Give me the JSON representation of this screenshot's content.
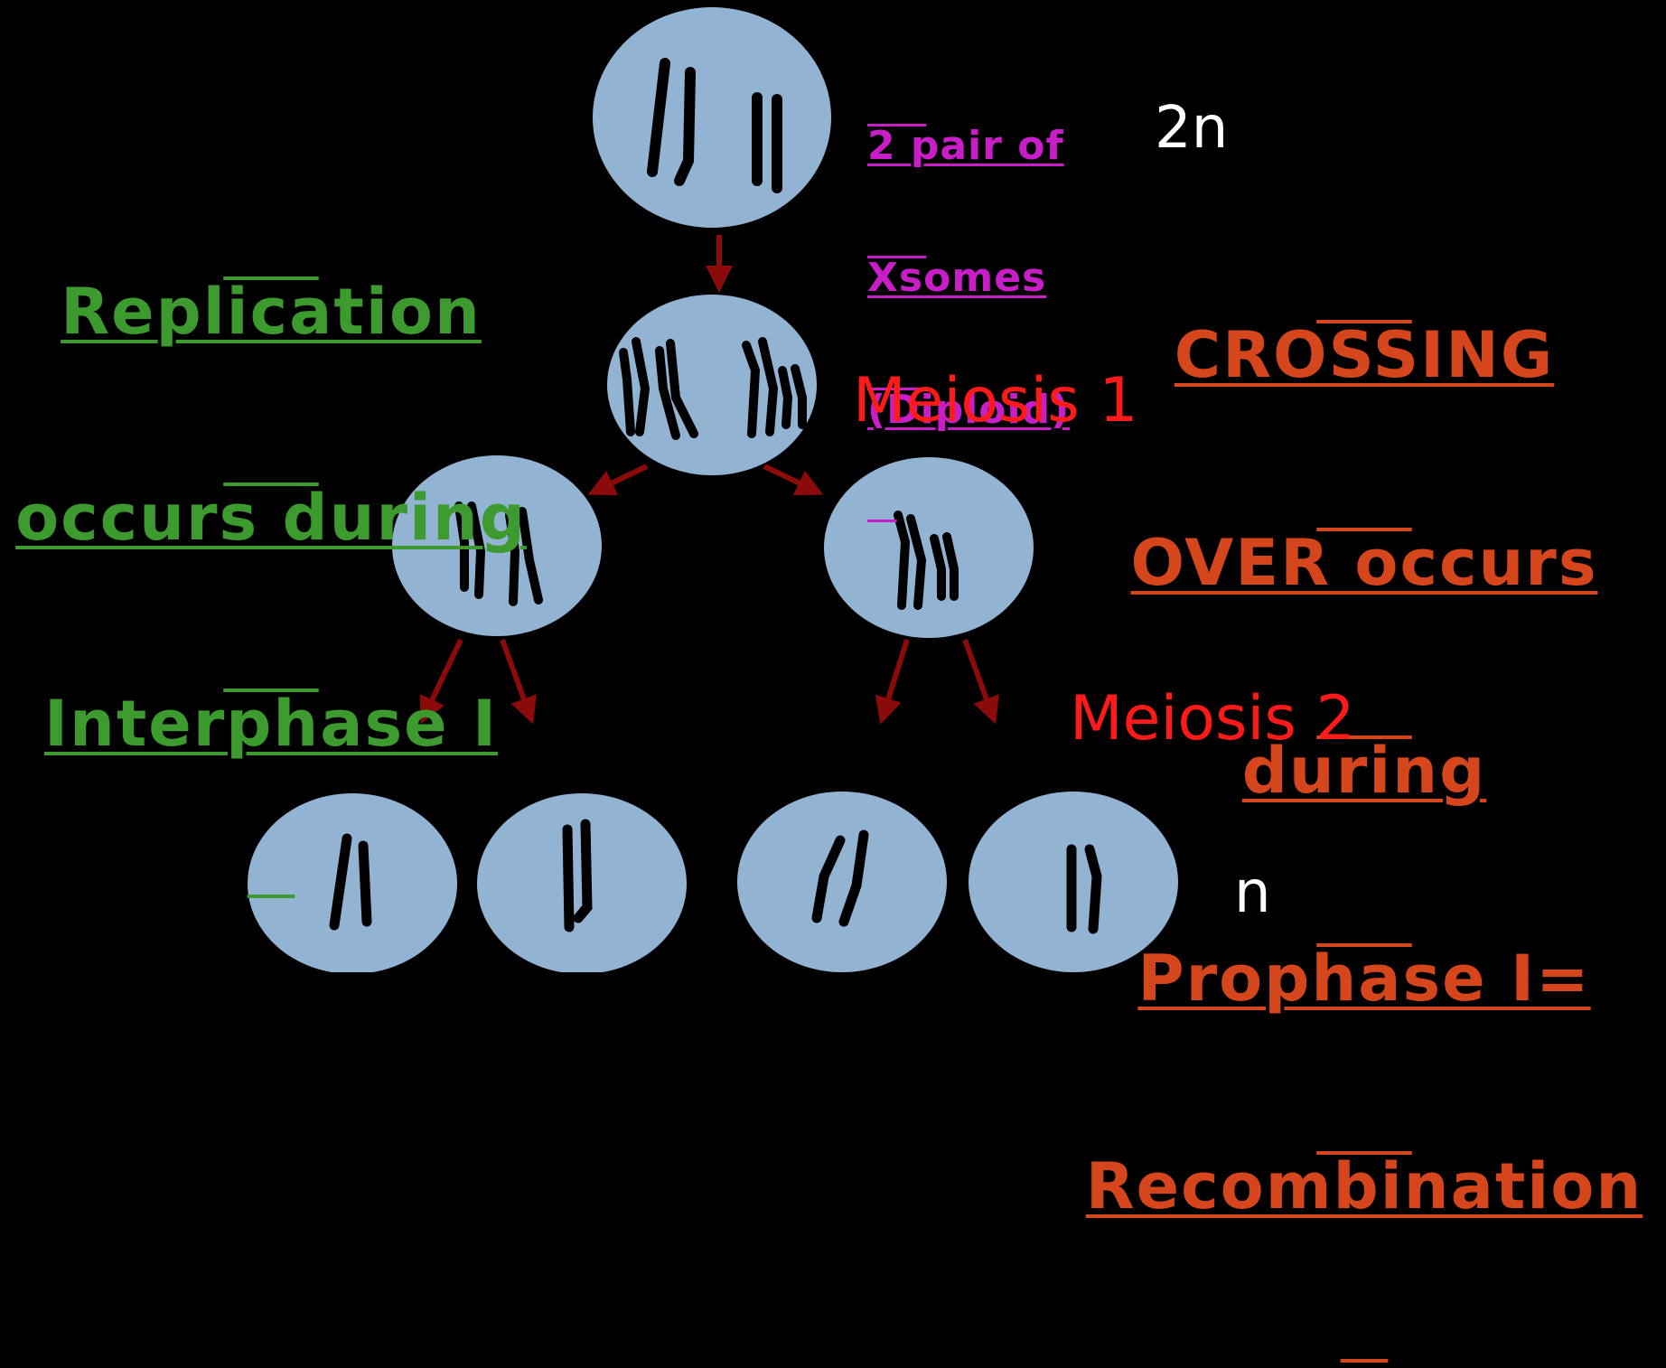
{
  "replication_note": {
    "line1": "Replication",
    "line2": "occurs during",
    "line3": "Interphase I"
  },
  "chromosome_note": {
    "line1": "2 pair of",
    "line2": "Xsomes",
    "line3": "(Diploid)"
  },
  "ploidy_top": "2n",
  "ploidy_bottom": "n",
  "crossing_over_note": {
    "line1": "CROSSING",
    "line2": "OVER occurs",
    "line3": "during",
    "line4": "Prophase I=",
    "line5": "Recombination"
  },
  "meiosis1_label": "Meiosis 1",
  "meiosis2_label": "Meiosis 2",
  "colors": {
    "cell_fill": "#93b3d3",
    "chromosome": "#000000",
    "arrow": "#8b0a0a",
    "replication_text": "#3c9a2e",
    "crossing_text": "#d6461c",
    "chromosome_note_text": "#c81ec8",
    "meiosis_label": "#ff1a1a",
    "ploidy_label": "#ffffff"
  }
}
